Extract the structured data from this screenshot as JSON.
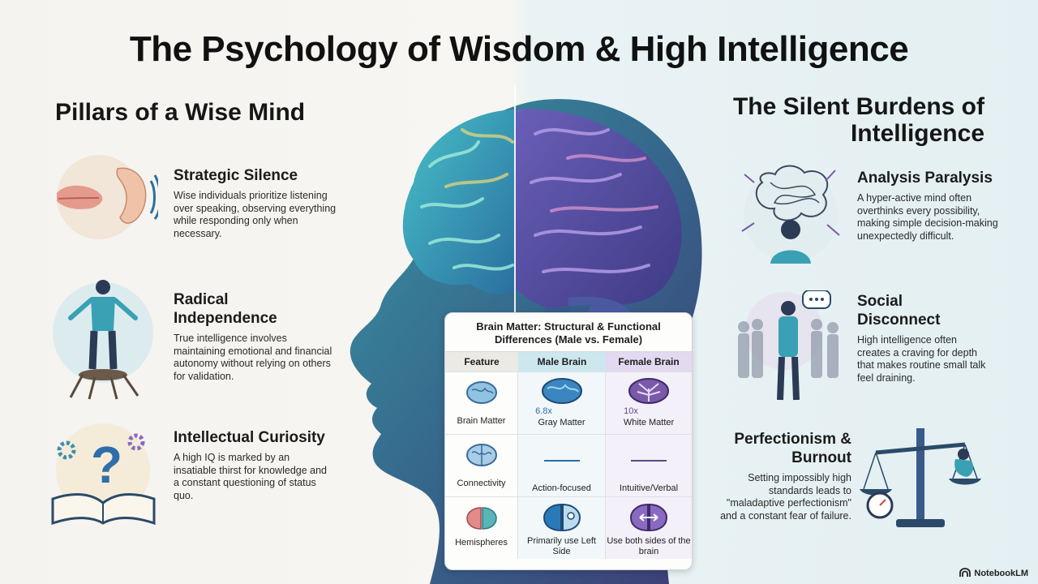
{
  "title": "The Psychology of Wisdom & High Intelligence",
  "left": {
    "title": "Pillars of a Wise Mind",
    "items": [
      {
        "heading": "Strategic Silence",
        "text": "Wise individuals prioritize listening over speaking, observing everything while responding only when necessary."
      },
      {
        "heading": "Radical Independence",
        "text": "True intelligence involves maintaining emotional and financial autonomy without relying on others for validation."
      },
      {
        "heading": "Intellectual Curiosity",
        "text": "A high IQ is marked by an insatiable thirst for knowledge and a constant questioning of status quo."
      }
    ]
  },
  "right": {
    "title": "The Silent Burdens of Intelligence",
    "items": [
      {
        "heading": "Analysis Paralysis",
        "text": "A hyper-active mind often overthinks every possibility, making simple decision-making unexpectedly difficult."
      },
      {
        "heading": "Social Disconnect",
        "text": "High intelligence often creates a craving for depth that makes routine small talk feel draining."
      },
      {
        "heading": "Perfectionism & Burnout",
        "text": "Setting impossibly high standards leads to \"maladaptive perfectionism\" and a constant fear of failure."
      }
    ]
  },
  "table": {
    "title": "Brain Matter: Structural & Functional Differences (Male vs. Female)",
    "headers": [
      "Feature",
      "Male Brain",
      "Female Brain"
    ],
    "rows": [
      {
        "feature": "Brain Matter",
        "male_value": "6.8x",
        "male": "Gray Matter",
        "female_value": "10x",
        "female": "White Matter"
      },
      {
        "feature": "Connectivity",
        "male": "Action-focused",
        "female": "Intuitive/Verbal"
      },
      {
        "feature": "Hemispheres",
        "male": "Primarily use Left Side",
        "female": "Use both sides of the brain"
      }
    ]
  },
  "brand": "NotebookLM",
  "colors": {
    "teal": "#2a9aa8",
    "purple": "#7a5aa8",
    "navy": "#26405e"
  }
}
